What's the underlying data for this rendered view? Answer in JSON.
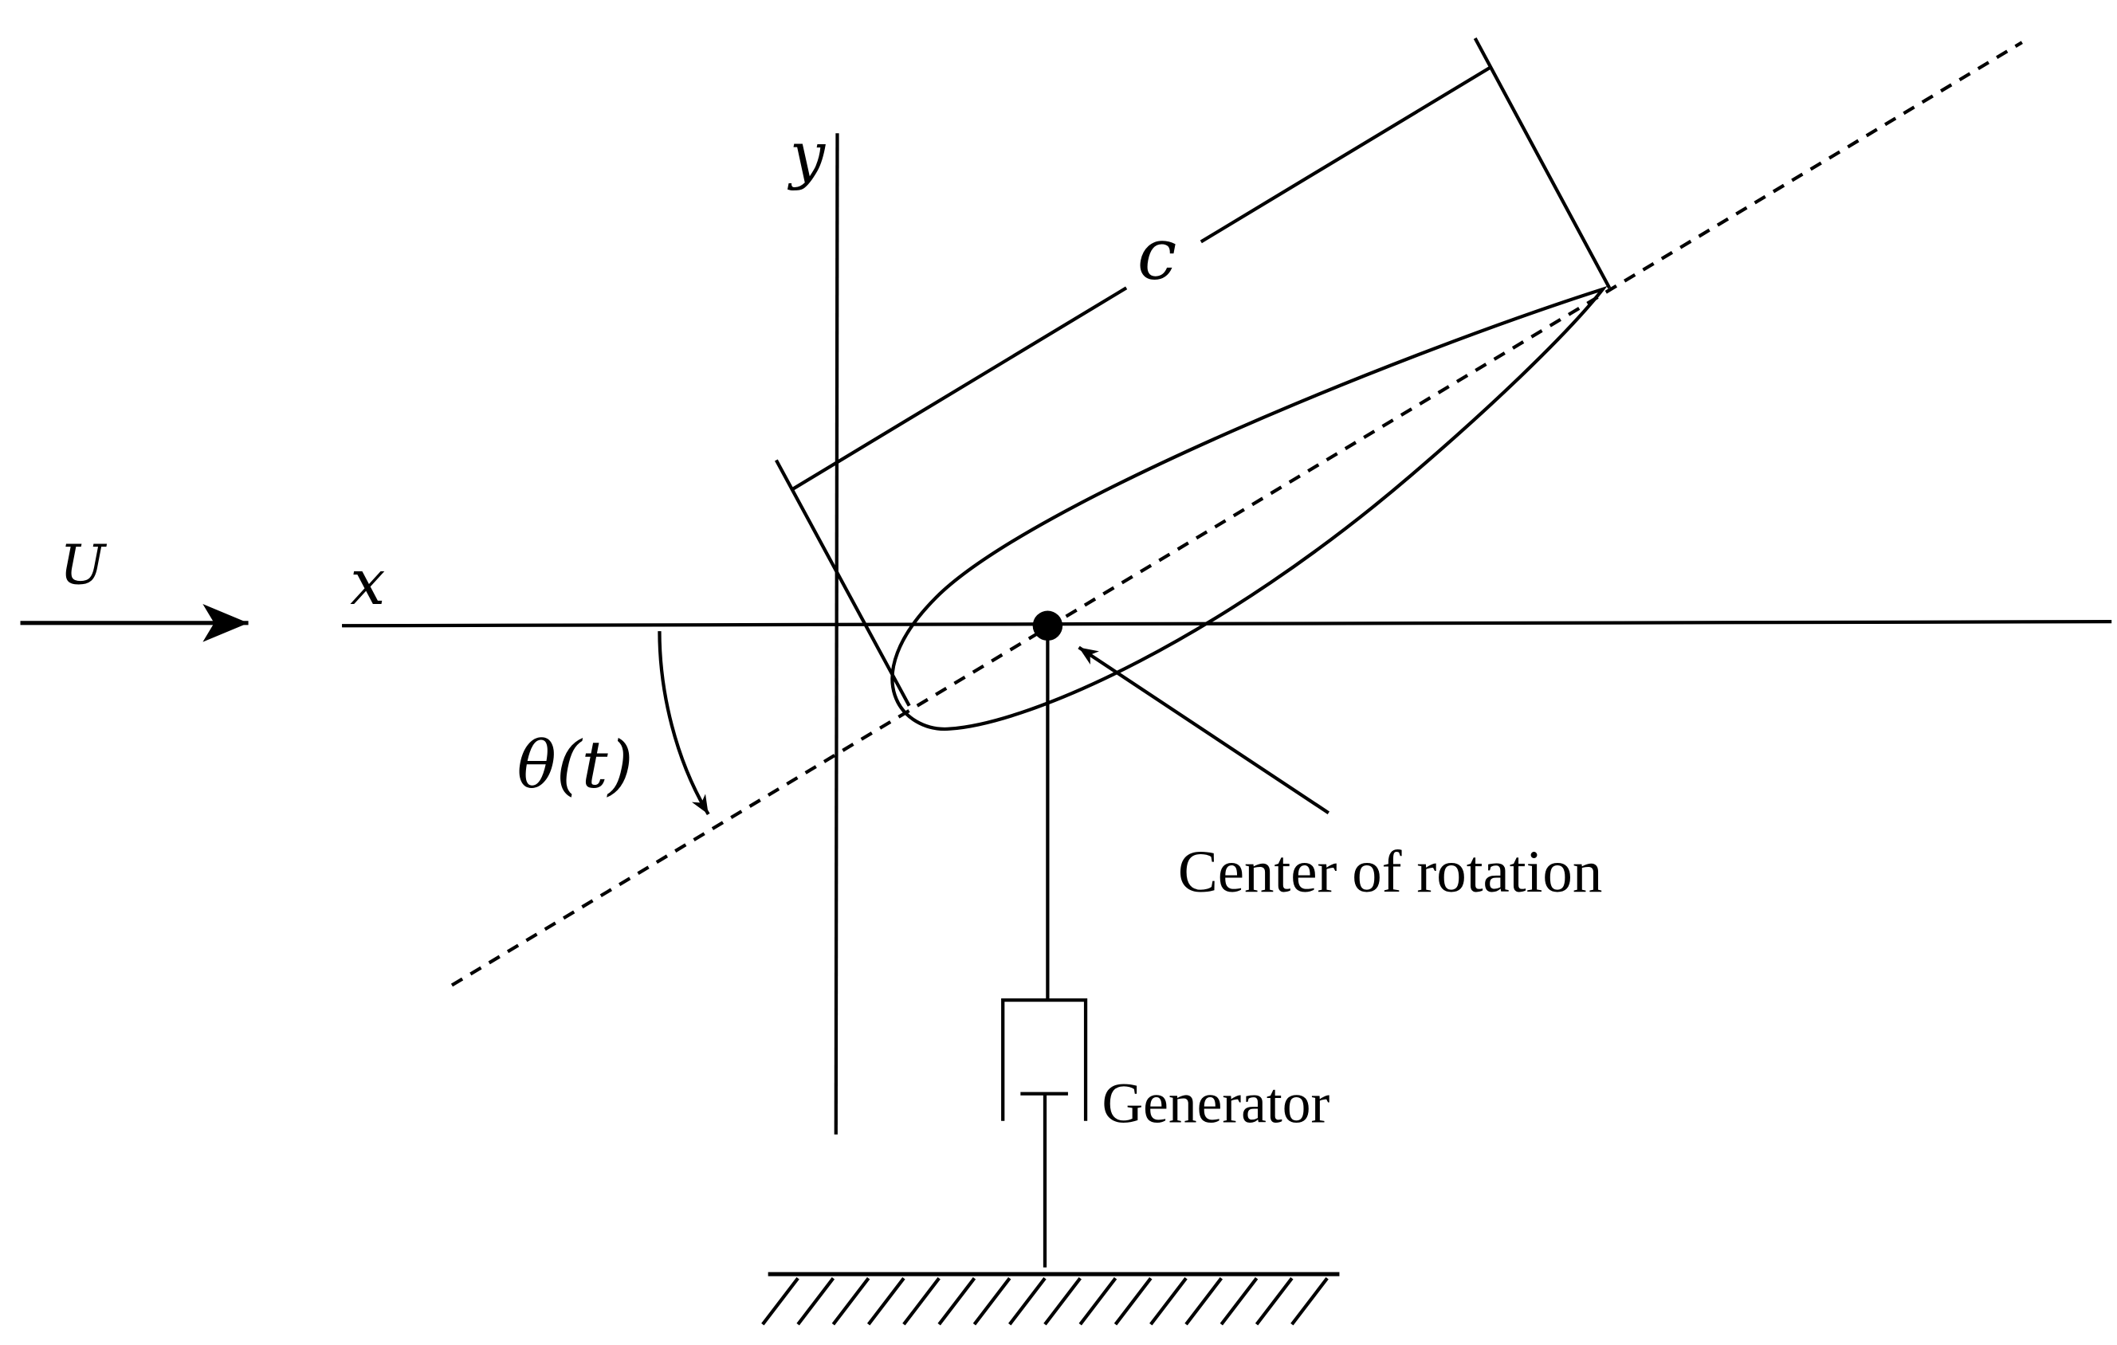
{
  "labels": {
    "flow": "U",
    "x_axis": "x",
    "y_axis": "y",
    "chord": "c",
    "angle": "θ(t)",
    "center": "Center of rotation",
    "generator": "Generator"
  }
}
